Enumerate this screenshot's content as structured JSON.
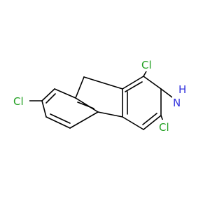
{
  "molecule": {
    "atom_labels": {
      "cl_1": "Cl",
      "cl_3": "Cl",
      "cl_7": "Cl",
      "n_amine": "N",
      "h_amine": "H"
    },
    "colors": {
      "bond": "#000000",
      "chlorine": "#22a022",
      "nitrogen": "#3333dd",
      "background": "#ffffff"
    }
  }
}
